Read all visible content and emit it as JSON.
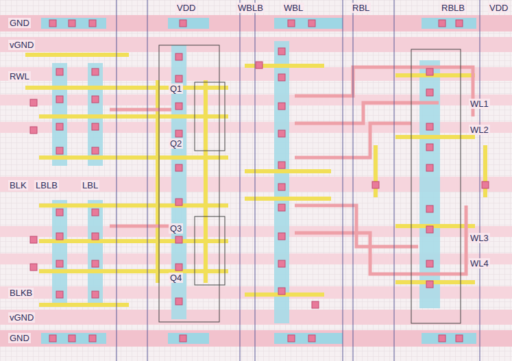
{
  "diagram": {
    "labels": [
      "GND",
      "VDD",
      "WBLB",
      "WBL",
      "RBL",
      "RBLB",
      "VDD",
      "vGND",
      "RWL",
      "Q1",
      "WL1",
      "WL2",
      "Q2",
      "BLK",
      "LBLB",
      "LBL",
      "Q3",
      "WL3",
      "WL4",
      "Q4",
      "BLKB",
      "vGND",
      "GND"
    ]
  }
}
